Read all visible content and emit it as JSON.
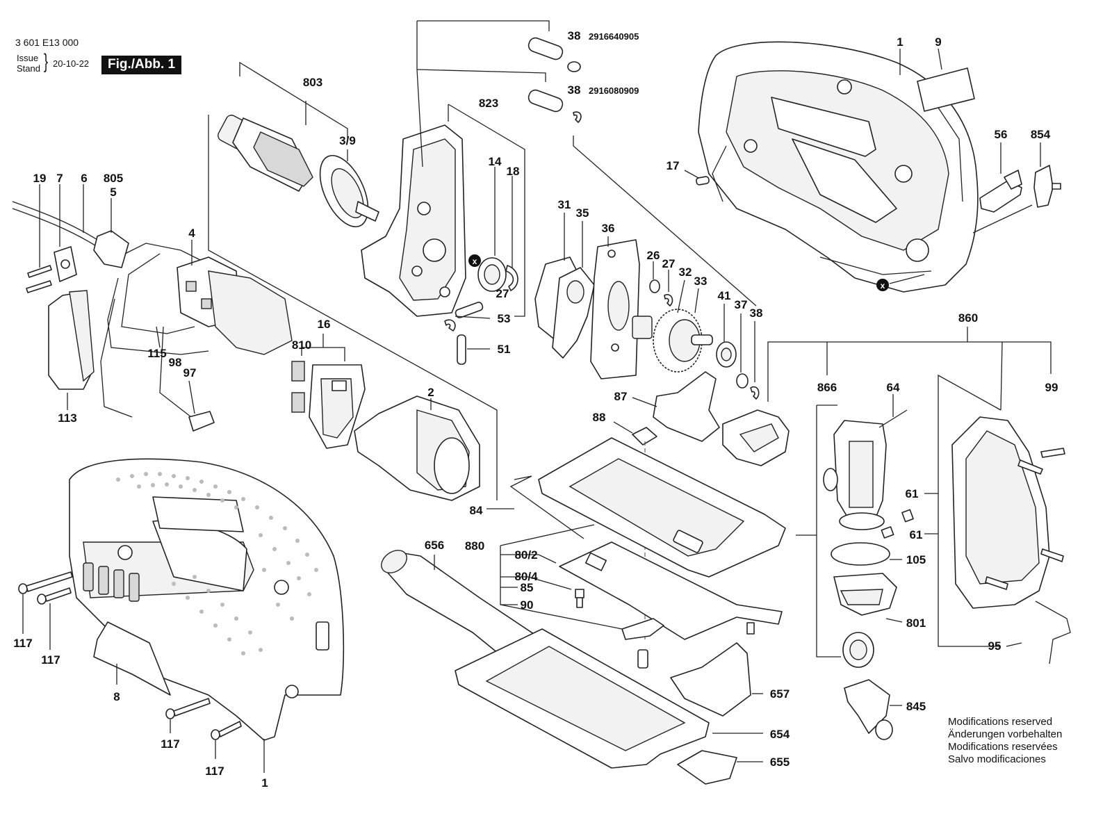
{
  "header": {
    "doc_number": "3 601 E13 000",
    "issue_label": "Issue",
    "stand_label": "Stand",
    "issue_date": "20-10-22",
    "figure_label": "Fig./Abb. 1"
  },
  "callouts": {
    "c1_top": "1",
    "c9": "9",
    "c17": "17",
    "c56": "56",
    "c854": "854",
    "c38_a": "38",
    "c38_a_partno": "2916640905",
    "c38_b": "38",
    "c38_b_partno": "2916080909",
    "c803": "803",
    "c3_9": "3/9",
    "c823": "823",
    "c14": "14",
    "c18": "18",
    "c27_a": "27",
    "c53": "53",
    "c51": "51",
    "c19": "19",
    "c7": "7",
    "c6": "6",
    "c805": "805",
    "c5": "5",
    "c4": "4",
    "c115": "115",
    "c98": "98",
    "c97": "97",
    "c113": "113",
    "c16": "16",
    "c810": "810",
    "c2": "2",
    "c31": "31",
    "c35": "35",
    "c36": "36",
    "c26": "26",
    "c27_b": "27",
    "c32": "32",
    "c33": "33",
    "c41": "41",
    "c37": "37",
    "c38_c": "38",
    "c87": "87",
    "c88": "88",
    "c84": "84",
    "c880": "880",
    "c80_2": "80/2",
    "c80_4": "80/4",
    "c85": "85",
    "c90": "90",
    "c656": "656",
    "c657": "657",
    "c654": "654",
    "c655": "655",
    "c860": "860",
    "c866": "866",
    "c64": "64",
    "c99": "99",
    "c61_a": "61",
    "c61_b": "61",
    "c105": "105",
    "c801": "801",
    "c95": "95",
    "c845": "845",
    "c117_a": "117",
    "c117_b": "117",
    "c117_c": "117",
    "c117_d": "117",
    "c8": "8",
    "c1_bottom": "1",
    "x_a": "x",
    "x_b": "x"
  },
  "notes": [
    "Modifications reserved",
    "Änderungen vorbehalten",
    "Modifications reservées",
    "Salvo modificaciones"
  ]
}
